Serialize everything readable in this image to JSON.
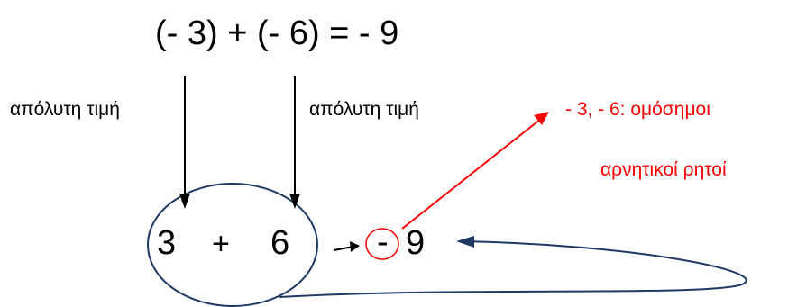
{
  "equation": {
    "text": "(- 3) + (- 6)  = - 9"
  },
  "labels": {
    "abs_left": "απόλυτη τιμή",
    "abs_right": "απόλυτη τιμή"
  },
  "note": {
    "line1": "- 3, - 6: ομόσημοι",
    "line2": "αρνητικοί ρητοί"
  },
  "sum": {
    "a": "3",
    "plus": "+",
    "b": "6",
    "minus": "-",
    "result": "9"
  },
  "colors": {
    "black": "#000000",
    "red": "#ff0000",
    "navy": "#1f3864"
  }
}
